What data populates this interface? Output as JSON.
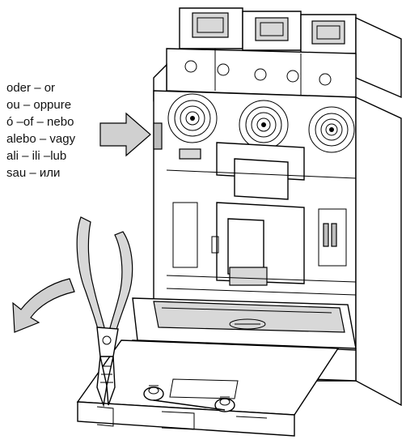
{
  "labels": [
    "oder – or",
    "ou – oppure",
    "ó –of – nebo",
    "alebo – vagy",
    "ali – ili –lub",
    "sau – или"
  ],
  "colors": {
    "arrow_fill": "#d0d0d0",
    "line": "#000000",
    "background": "#ffffff"
  },
  "icons": {
    "push_arrow": "arrow-right-icon",
    "rotate_arrow": "curved-arrow-icon",
    "tool": "pliers-icon"
  }
}
